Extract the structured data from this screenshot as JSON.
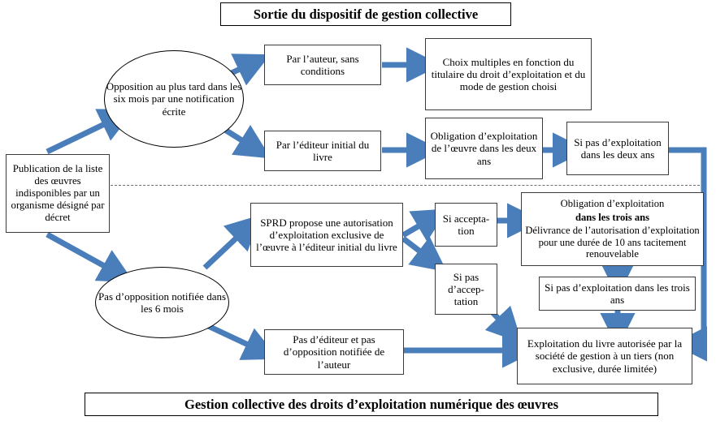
{
  "diagram": {
    "title_top": "Sortie du dispositif de gestion collective",
    "title_bottom": "Gestion collective des droits d’exploitation numérique des œuvres",
    "accent_color": "#4a7ebb",
    "node_border_color": "#3b3b3b",
    "background_color": "#ffffff"
  },
  "nodes": {
    "publication": "Publication de la liste des œuvres indisponibles par un organisme désigné par décret",
    "opposition": "Opposition au plus tard dans les six mois par une notification écrite",
    "par_auteur": "Par l’auteur, sans conditions",
    "choix_multiples": "Choix multiples en fonction du titulaire du droit d’exploitation et du mode de gestion choisi",
    "par_editeur": "Par l’éditeur initial du livre",
    "obligation_deux_ans": "Obligation d’exploitation de l’œuvre dans les deux ans",
    "si_pas_exploitation_deux_ans": "Si pas d’exploitation dans les deux ans",
    "pas_opposition": "Pas d’opposition notifiée dans les 6 mois",
    "sprd": "SPRD propose une autorisation d’exploitation exclusive de l’œuvre à l’éditeur initial du livre",
    "si_acceptation": "Si accepta-tion",
    "si_pas_acceptation": "Si pas d’accep-tation",
    "obligation_trois_ans_line1": "Obligation d’exploitation",
    "obligation_trois_ans_line2": "dans les trois ans",
    "obligation_trois_ans_line3": "Délivrance de l’autorisation d’exploitation pour une durée de 10 ans tacitement renouvelable",
    "si_pas_exploitation_trois_ans": "Si pas d’exploitation dans les trois ans",
    "pas_editeur": "Pas d’éditeur et pas d’opposition notifiée de l’auteur",
    "exploitation_tiers": "Exploitation du livre autorisée par la société de gestion à un tiers (non exclusive, durée limitée)"
  }
}
